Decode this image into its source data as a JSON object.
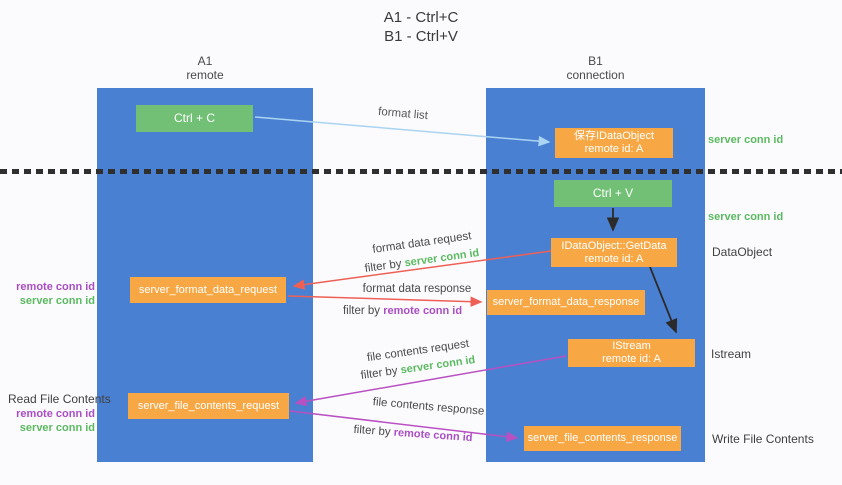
{
  "title": {
    "line1": "A1 - Ctrl+C",
    "line2": "B1 - Ctrl+V"
  },
  "lanes": {
    "a1": {
      "title": "A1",
      "subtitle": "remote"
    },
    "b1": {
      "title": "B1",
      "subtitle": "connection"
    }
  },
  "nodes": {
    "ctrl_c": {
      "label": "Ctrl + C"
    },
    "ctrl_v": {
      "label": "Ctrl + V"
    },
    "save_dataobject": {
      "line1": "保存IDataObject",
      "line2": "remote id: A"
    },
    "getdata": {
      "line1": "IDataObject::GetData",
      "line2": "remote id: A"
    },
    "istream": {
      "line1": "IStream",
      "line2": "remote id: A"
    },
    "server_format_data_request": {
      "label": "server_format_data_request"
    },
    "server_format_data_response": {
      "label": "server_format_data_response"
    },
    "server_file_contents_request": {
      "label": "server_file_contents_request"
    },
    "server_file_contents_response": {
      "label": "server_file_contents_response"
    }
  },
  "side_labels": {
    "server_conn_id_top": "server conn id",
    "server_conn_id_mid": "server conn id",
    "dataobject": "DataObject",
    "istream": "Istream",
    "write_file_contents": "Write File Contents",
    "read_file_contents": "Read File Contents",
    "left_group_1": {
      "remote": "remote conn id",
      "server": "server conn id"
    },
    "left_group_2": {
      "remote": "remote conn id",
      "server": "server conn id"
    }
  },
  "arrow_labels": {
    "format_list": "format list",
    "format_data_request": "format data request",
    "filter_by_server_1": {
      "prefix": "filter by ",
      "value": "server conn id"
    },
    "format_data_response": "format data response",
    "filter_by_remote_1": {
      "prefix": "filter by ",
      "value": "remote conn id"
    },
    "file_contents_request": "file contents request",
    "filter_by_server_2": {
      "prefix": "filter by ",
      "value": "server conn id"
    },
    "file_contents_response": "file contents response",
    "filter_by_remote_2": {
      "prefix": "filter by ",
      "value": "remote conn id"
    }
  },
  "colors": {
    "lane_blue": "#4a80d2",
    "node_green": "#72c076",
    "node_orange": "#f7a845",
    "accent_green": "#5bba60",
    "accent_purple": "#ab4ec4",
    "arrow_red": "#ee6055",
    "arrow_purple": "#b950c2",
    "arrow_light_blue": "#aad4f1",
    "arrow_black": "#2b2b2b"
  }
}
